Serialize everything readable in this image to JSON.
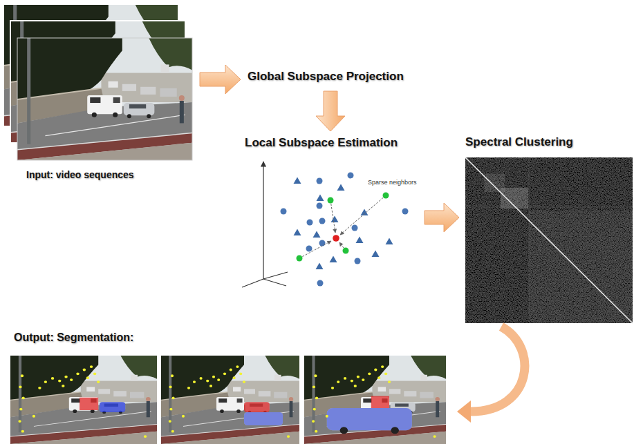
{
  "diagram": {
    "nodes": [
      {
        "text": [
          "Input: video sequences"
        ]
      },
      {
        "text": [
          "Global Subspace Projection"
        ]
      },
      {
        "text": [
          "Local Subspace Estimation"
        ]
      },
      {
        "text": [
          "Spectral Clustering"
        ]
      },
      {
        "text": [
          "Output: Segmentation:"
        ]
      }
    ],
    "edges": [
      {
        "from": 0,
        "to": 1,
        "arrow": "to"
      },
      {
        "from": 1,
        "to": 2,
        "arrow": "to"
      },
      {
        "from": 2,
        "to": 3,
        "arrow": "to"
      },
      {
        "from": 3,
        "to": 4,
        "arrow": "to"
      }
    ],
    "labels": [
      "Sparse neighbors"
    ]
  }
}
